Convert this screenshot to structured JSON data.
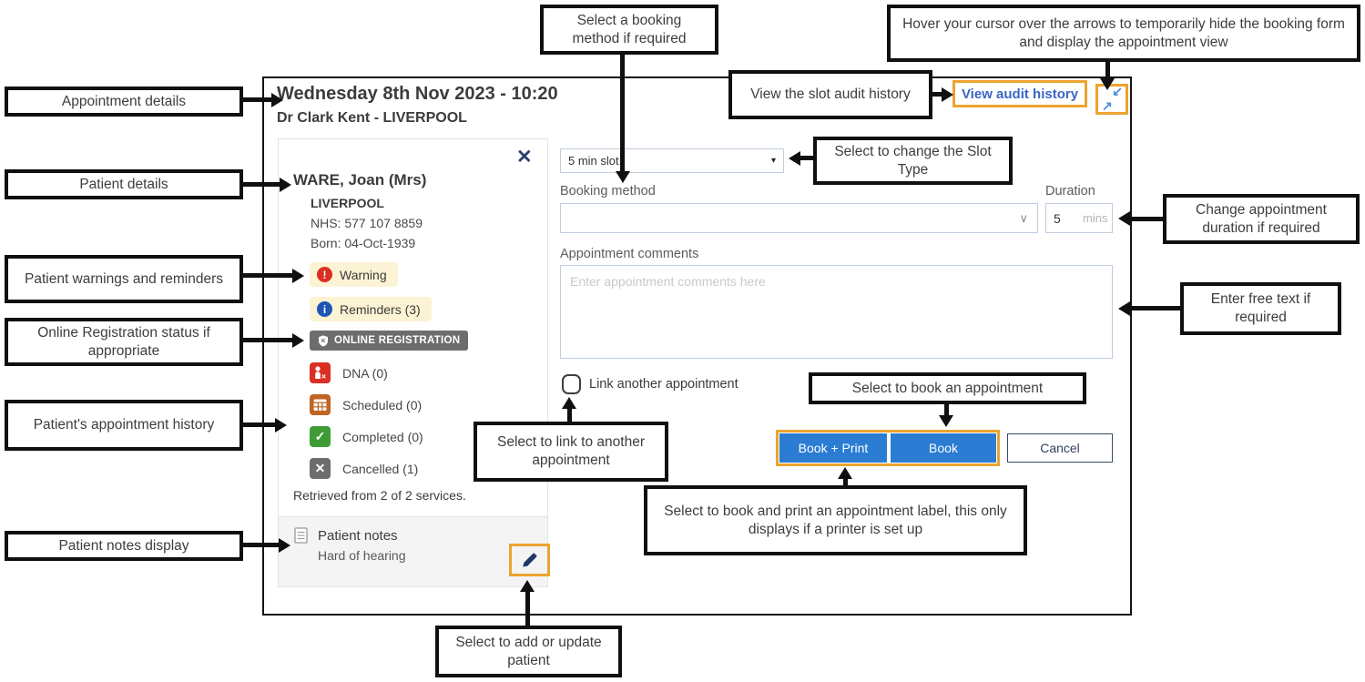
{
  "dialog": {
    "title": "Wednesday 8th Nov 2023 - 10:20",
    "subtitle": "Dr Clark Kent - LIVERPOOL",
    "audit_link": "View audit history"
  },
  "patient": {
    "name": "WARE, Joan (Mrs)",
    "practice": "LIVERPOOL",
    "nhs": "NHS: 577 107 8859",
    "born": "Born: 04-Oct-1939",
    "warning_label": "Warning",
    "reminders_label": "Reminders (3)",
    "online_registration_label": "ONLINE REGISTRATION",
    "history": [
      {
        "label": "DNA (0)"
      },
      {
        "label": "Scheduled (0)"
      },
      {
        "label": "Completed (0)"
      },
      {
        "label": "Cancelled (1)"
      }
    ],
    "retrieved": "Retrieved from 2 of 2 services.",
    "notes_title": "Patient notes",
    "notes_value": "Hard of hearing"
  },
  "form": {
    "slot_type_value": "5 min slot",
    "booking_method_label": "Booking method",
    "duration_label": "Duration",
    "duration_value": "5",
    "duration_unit": "mins",
    "comments_label": "Appointment comments",
    "comments_placeholder": "Enter appointment comments here",
    "link_checkbox_label": "Link another appointment",
    "buttons": {
      "book_print": "Book + Print",
      "book": "Book",
      "cancel": "Cancel"
    }
  },
  "glyphs": {
    "close": "✕",
    "check": "✓",
    "cross": "✕",
    "dropdown_caret": "▾",
    "chevron_down": "∨",
    "collapse_arrow_tr": "↙",
    "collapse_arrow_bl": "↗",
    "warning": "!",
    "info": "i"
  },
  "colors": {
    "accent_orange": "#eca42f",
    "primary_blue": "#2b7cd3",
    "link_blue": "#3a66c4",
    "warning_red": "#d93025",
    "info_blue": "#1d56b5",
    "badge_cream": "#fcf3d4",
    "badge_gray": "#6d6d6d",
    "success_green": "#3f9c35",
    "scheduled_orange": "#c06524",
    "pencil_navy": "#1f3864"
  },
  "callouts": {
    "appointment_details": "Appointment details",
    "patient_details": "Patient details",
    "patient_warnings": "Patient warnings and reminders",
    "online_registration": "Online Registration status if appropriate",
    "appointment_history": "Patient's appointment history",
    "patient_notes_display": "Patient notes display",
    "select_booking_method": "Select a booking method if required",
    "view_slot_audit": "View the slot audit history",
    "hover_cursor": "Hover your cursor over the arrows to temporarily hide the booking form and display the appointment view",
    "slot_type": "Select to change the Slot Type",
    "change_duration": "Change appointment duration if required",
    "enter_free_text": "Enter free text if required",
    "link_another": "Select to link to another appointment",
    "book_appointment": "Select to book an appointment",
    "book_print": "Select to book and print an appointment label, this only displays if a printer is set up",
    "add_update_patient": "Select to add or update patient"
  }
}
